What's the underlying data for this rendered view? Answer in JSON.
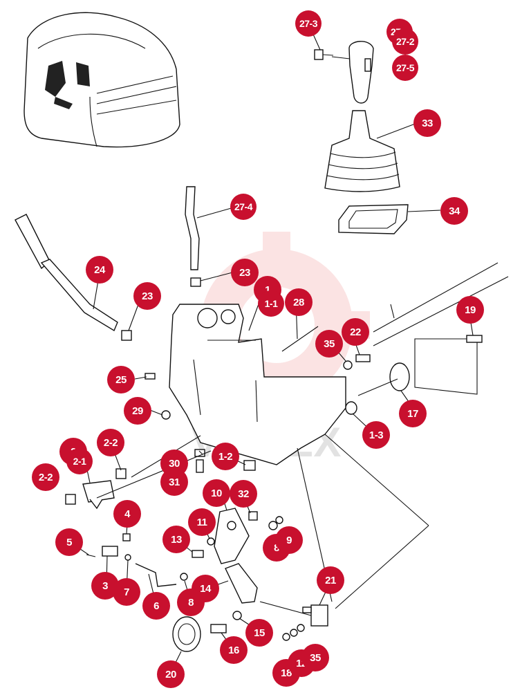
{
  "watermark": "VIHTEX",
  "callouts": [
    {
      "id": "27-3",
      "label": "27-3"
    },
    {
      "id": "27-1",
      "label": "27-1"
    },
    {
      "id": "27-2",
      "label": "27-2"
    },
    {
      "id": "27-5",
      "label": "27-5"
    },
    {
      "id": "33",
      "label": "33"
    },
    {
      "id": "34",
      "label": "34"
    },
    {
      "id": "27-4",
      "label": "27-4"
    },
    {
      "id": "24",
      "label": "24"
    },
    {
      "id": "23a",
      "label": "23"
    },
    {
      "id": "23b",
      "label": "23"
    },
    {
      "id": "1",
      "label": "1"
    },
    {
      "id": "1-1",
      "label": "1-1"
    },
    {
      "id": "28",
      "label": "28"
    },
    {
      "id": "19",
      "label": "19"
    },
    {
      "id": "22",
      "label": "22"
    },
    {
      "id": "35a",
      "label": "35"
    },
    {
      "id": "25",
      "label": "25"
    },
    {
      "id": "29",
      "label": "29"
    },
    {
      "id": "17",
      "label": "17"
    },
    {
      "id": "1-3",
      "label": "1-3"
    },
    {
      "id": "2",
      "label": "2"
    },
    {
      "id": "2-1",
      "label": "2-1"
    },
    {
      "id": "2-2a",
      "label": "2-2"
    },
    {
      "id": "2-2b",
      "label": "2-2"
    },
    {
      "id": "30",
      "label": "30"
    },
    {
      "id": "31",
      "label": "31"
    },
    {
      "id": "1-2",
      "label": "1-2"
    },
    {
      "id": "10",
      "label": "10"
    },
    {
      "id": "32",
      "label": "32"
    },
    {
      "id": "4",
      "label": "4"
    },
    {
      "id": "5",
      "label": "5"
    },
    {
      "id": "11",
      "label": "11"
    },
    {
      "id": "13",
      "label": "13"
    },
    {
      "id": "8a",
      "label": "8"
    },
    {
      "id": "9",
      "label": "9"
    },
    {
      "id": "3",
      "label": "3"
    },
    {
      "id": "7",
      "label": "7"
    },
    {
      "id": "6",
      "label": "6"
    },
    {
      "id": "8b",
      "label": "8"
    },
    {
      "id": "14",
      "label": "14"
    },
    {
      "id": "21",
      "label": "21"
    },
    {
      "id": "15",
      "label": "15"
    },
    {
      "id": "16",
      "label": "16"
    },
    {
      "id": "20",
      "label": "20"
    },
    {
      "id": "18",
      "label": "18"
    },
    {
      "id": "12",
      "label": "12"
    },
    {
      "id": "35b",
      "label": "35"
    }
  ]
}
